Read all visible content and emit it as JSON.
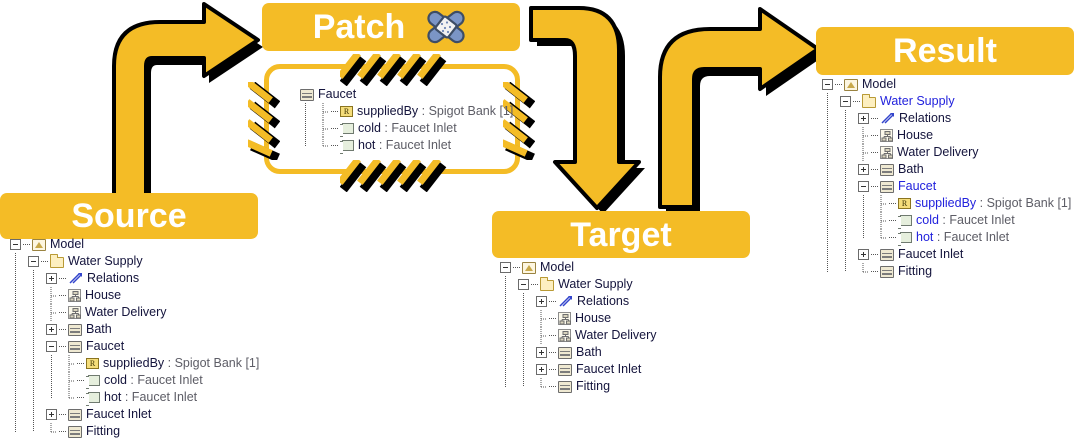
{
  "colors": {
    "accent": "#F4BC26",
    "banner_text": "#FFFFFF",
    "tree_text": "#14143C",
    "changed_text": "#2222DD",
    "type_text": "#5D5D66",
    "arrow_fill": "#F4BC26",
    "arrow_outline": "#000000",
    "bandage_fill": "#7B95C6"
  },
  "banners": {
    "source": "Source",
    "patch": "Patch",
    "target": "Target",
    "result": "Result",
    "patch_icon": "bandage-icon"
  },
  "arrows": {
    "source_to_patch": "arrow-source-to-patch",
    "patch_to_target": "arrow-patch-to-target",
    "target_to_result": "arrow-target-to-result"
  },
  "source_tree": [
    {
      "depth": 0,
      "twisty": "minus",
      "icon": "model-icon",
      "name": "Model",
      "type": "",
      "changed": false
    },
    {
      "depth": 1,
      "twisty": "minus",
      "icon": "folder-icon",
      "name": "Water Supply",
      "type": "",
      "changed": false
    },
    {
      "depth": 2,
      "twisty": "plus",
      "icon": "relations-icon",
      "name": "Relations",
      "type": "",
      "changed": false
    },
    {
      "depth": 2,
      "twisty": "leaf",
      "icon": "diagram-icon",
      "name": "House",
      "type": "",
      "changed": false
    },
    {
      "depth": 2,
      "twisty": "leaf",
      "icon": "diagram-icon",
      "name": "Water Delivery",
      "type": "",
      "changed": false
    },
    {
      "depth": 2,
      "twisty": "plus",
      "icon": "block-icon",
      "name": "Bath",
      "type": "",
      "changed": false
    },
    {
      "depth": 2,
      "twisty": "minus",
      "icon": "block-icon",
      "name": "Faucet",
      "type": "",
      "changed": false
    },
    {
      "depth": 3,
      "twisty": "leaf",
      "icon": "reference-icon",
      "name": "suppliedBy",
      "type": " : Spigot Bank [1]",
      "changed": false
    },
    {
      "depth": 3,
      "twisty": "leaf",
      "icon": "port-icon",
      "name": "cold",
      "type": " : Faucet Inlet",
      "changed": false
    },
    {
      "depth": 3,
      "twisty": "leaf-last",
      "icon": "port-icon",
      "name": "hot",
      "type": " : Faucet Inlet",
      "changed": false
    },
    {
      "depth": 2,
      "twisty": "plus",
      "icon": "block-icon",
      "name": "Faucet Inlet",
      "type": "",
      "changed": false
    },
    {
      "depth": 2,
      "twisty": "leaf-last",
      "icon": "block-icon",
      "name": "Fitting",
      "type": "",
      "changed": false
    }
  ],
  "patch_tree": [
    {
      "depth": 0,
      "twisty": "none",
      "icon": "block-icon",
      "name": "Faucet",
      "type": "",
      "changed": false
    },
    {
      "depth": 1,
      "twisty": "leaf",
      "icon": "reference-icon",
      "name": "suppliedBy",
      "type": " : Spigot Bank [1]",
      "changed": false
    },
    {
      "depth": 1,
      "twisty": "leaf",
      "icon": "port-icon",
      "name": "cold",
      "type": " : Faucet Inlet",
      "changed": false
    },
    {
      "depth": 1,
      "twisty": "leaf-last",
      "icon": "port-icon",
      "name": "hot",
      "type": " : Faucet Inlet",
      "changed": false
    }
  ],
  "target_tree": [
    {
      "depth": 0,
      "twisty": "minus",
      "icon": "model-icon",
      "name": "Model",
      "type": "",
      "changed": false
    },
    {
      "depth": 1,
      "twisty": "minus",
      "icon": "folder-icon",
      "name": "Water Supply",
      "type": "",
      "changed": false
    },
    {
      "depth": 2,
      "twisty": "plus",
      "icon": "relations-icon",
      "name": "Relations",
      "type": "",
      "changed": false
    },
    {
      "depth": 2,
      "twisty": "leaf",
      "icon": "diagram-icon",
      "name": "House",
      "type": "",
      "changed": false
    },
    {
      "depth": 2,
      "twisty": "leaf",
      "icon": "diagram-icon",
      "name": "Water Delivery",
      "type": "",
      "changed": false
    },
    {
      "depth": 2,
      "twisty": "plus",
      "icon": "block-icon",
      "name": "Bath",
      "type": "",
      "changed": false
    },
    {
      "depth": 2,
      "twisty": "plus",
      "icon": "block-icon",
      "name": "Faucet Inlet",
      "type": "",
      "changed": false
    },
    {
      "depth": 2,
      "twisty": "leaf-last",
      "icon": "block-icon",
      "name": "Fitting",
      "type": "",
      "changed": false
    }
  ],
  "result_tree": [
    {
      "depth": 0,
      "twisty": "minus",
      "icon": "model-icon",
      "name": "Model",
      "type": "",
      "changed": false
    },
    {
      "depth": 1,
      "twisty": "minus",
      "icon": "folder-icon",
      "name": "Water Supply",
      "type": "",
      "changed": true
    },
    {
      "depth": 2,
      "twisty": "plus",
      "icon": "relations-icon",
      "name": "Relations",
      "type": "",
      "changed": false
    },
    {
      "depth": 2,
      "twisty": "leaf",
      "icon": "diagram-icon",
      "name": "House",
      "type": "",
      "changed": false
    },
    {
      "depth": 2,
      "twisty": "leaf",
      "icon": "diagram-icon",
      "name": "Water Delivery",
      "type": "",
      "changed": false
    },
    {
      "depth": 2,
      "twisty": "plus",
      "icon": "block-icon",
      "name": "Bath",
      "type": "",
      "changed": false
    },
    {
      "depth": 2,
      "twisty": "minus",
      "icon": "block-icon",
      "name": "Faucet",
      "type": "",
      "changed": true
    },
    {
      "depth": 3,
      "twisty": "leaf",
      "icon": "reference-icon",
      "name": "suppliedBy",
      "type": " : Spigot Bank [1]",
      "changed": true
    },
    {
      "depth": 3,
      "twisty": "leaf",
      "icon": "port-icon",
      "name": "cold",
      "type": " : Faucet Inlet",
      "changed": true
    },
    {
      "depth": 3,
      "twisty": "leaf-last",
      "icon": "port-icon",
      "name": "hot",
      "type": " : Faucet Inlet",
      "changed": true
    },
    {
      "depth": 2,
      "twisty": "plus",
      "icon": "block-icon",
      "name": "Faucet Inlet",
      "type": "",
      "changed": false
    },
    {
      "depth": 2,
      "twisty": "leaf-last",
      "icon": "block-icon",
      "name": "Fitting",
      "type": "",
      "changed": false
    }
  ]
}
